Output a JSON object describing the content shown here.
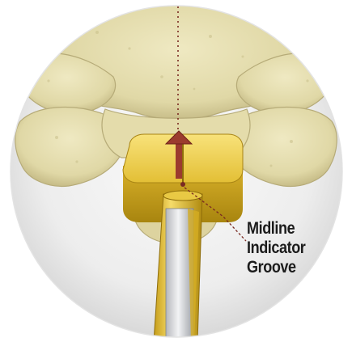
{
  "callout": {
    "lines": [
      "Midline",
      "Indicator",
      "Groove"
    ]
  },
  "colors": {
    "bone": "#e6dfb3",
    "bone_shadow": "#b7ad7c",
    "implant_gold": "#e6c23a",
    "implant_gold_dark": "#a88414",
    "shaft_gray": "#c9ccd1",
    "indicator_arrow": "#9b3b2e",
    "background_disc": "#eeeeee"
  }
}
